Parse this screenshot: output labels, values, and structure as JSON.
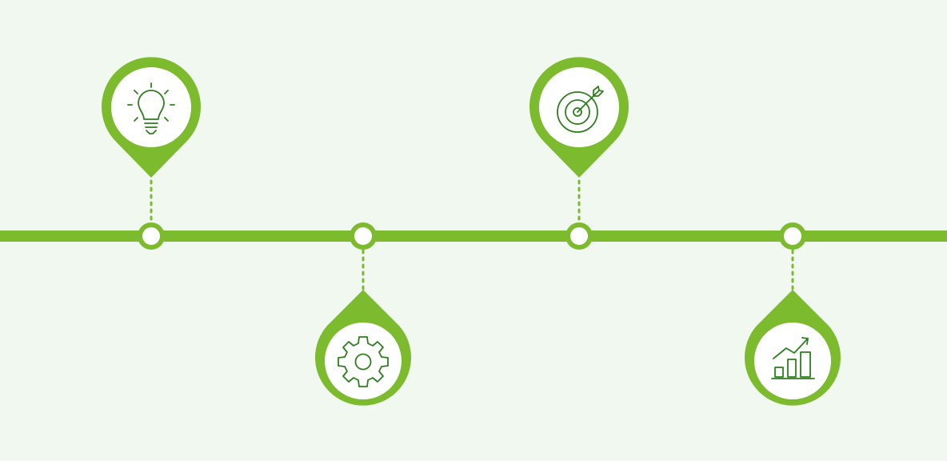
{
  "colors": {
    "background": "#f1f8ef",
    "accent": "#7cba2e",
    "icon_stroke": "#2f7d1f",
    "badge_fill": "#ffffff"
  },
  "milestones": [
    {
      "icon": "lightbulb-icon",
      "side": "above"
    },
    {
      "icon": "gear-icon",
      "side": "below"
    },
    {
      "icon": "target-icon",
      "side": "above"
    },
    {
      "icon": "growth-chart-icon",
      "side": "below"
    }
  ]
}
